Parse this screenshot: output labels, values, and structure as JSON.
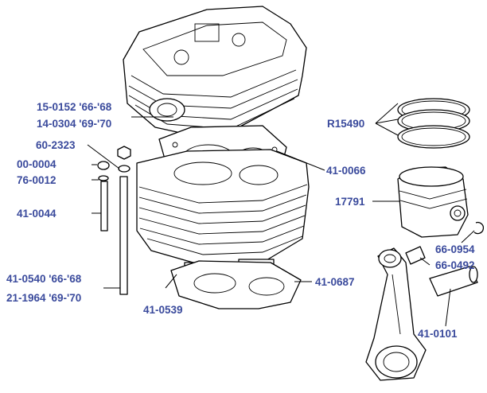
{
  "labels": {
    "p15_0152": "15-0152 '66-'68",
    "p14_0304": "14-0304 '69-'70",
    "p60_2323": "60-2323",
    "p00_0004": "00-0004",
    "p76_0012": "76-0012",
    "p41_0044": "41-0044",
    "p41_0540": "41-0540 '66-'68",
    "p21_1964": "21-1964 '69-'70",
    "p41_0539": "41-0539",
    "p41_0066": "41-0066",
    "p41_0687": "41-0687",
    "pR15490": "R15490",
    "p17791": "17791",
    "p66_0954": "66-0954",
    "p66_0492": "66-0492",
    "p41_0101": "41-0101"
  },
  "colors": {
    "label": "#3a4a9c",
    "line": "#000000"
  }
}
